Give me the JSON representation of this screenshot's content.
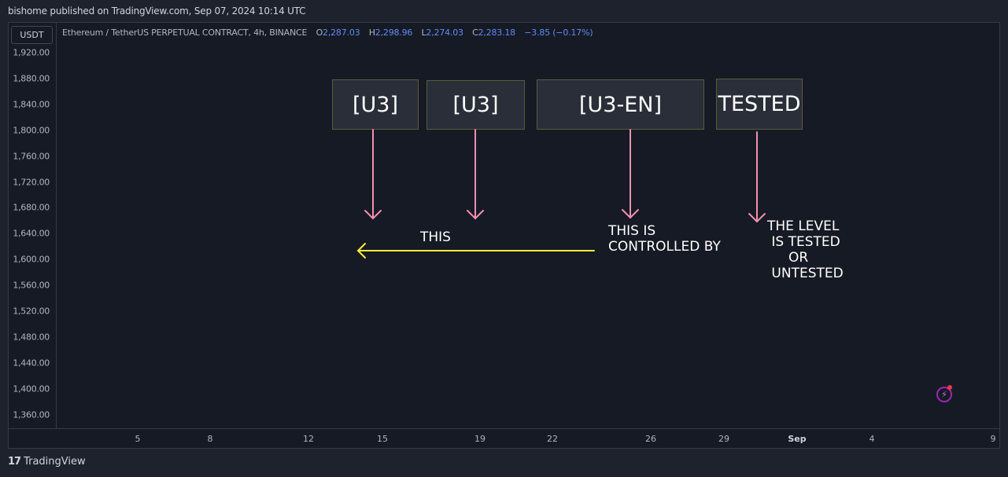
{
  "header": {
    "published": "bishome published on TradingView.com, Sep 07, 2024 10:14 UTC"
  },
  "legend": {
    "symbol": "Ethereum / TetherUS PERPETUAL CONTRACT, 4h, BINANCE",
    "open_label": "O",
    "open": "2,287.03",
    "high_label": "H",
    "high": "2,298.96",
    "low_label": "L",
    "low": "2,274.03",
    "close_label": "C",
    "close": "2,283.18",
    "change": "−3.85 (−0.17%)",
    "value_color": "#5b8df5"
  },
  "currency_button": "USDT",
  "y_axis": {
    "labels": [
      "1,920.00",
      "1,880.00",
      "1,840.00",
      "1,800.00",
      "1,760.00",
      "1,720.00",
      "1,680.00",
      "1,640.00",
      "1,600.00",
      "1,560.00",
      "1,520.00",
      "1,480.00",
      "1,440.00",
      "1,400.00",
      "1,360.00"
    ]
  },
  "x_axis": {
    "labels": [
      "5",
      "8",
      "12",
      "15",
      "19",
      "22",
      "26",
      "29",
      "Sep",
      "4",
      "9"
    ]
  },
  "annotations": {
    "box_1": "[U3]",
    "box_2": "[U3]",
    "box_3": "[U3-EN]",
    "box_4": "TESTED",
    "this": "THIS",
    "controlled": "THIS IS\nCONTROLLED BY",
    "level": "THE LEVEL\n IS TESTED\n     OR\n UNTESTED",
    "arrow_color_pink": "#f48fb1",
    "arrow_color_yellow": "#ffeb3b"
  },
  "footer": {
    "brand": "TradingView"
  }
}
